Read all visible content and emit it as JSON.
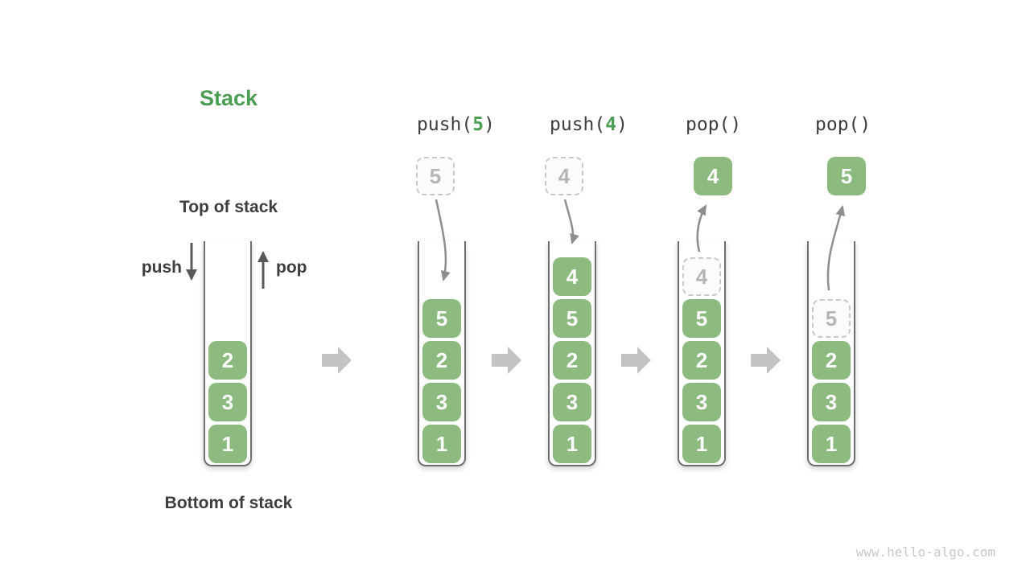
{
  "labels": {
    "title": "Stack",
    "top_of_stack": "Top of stack",
    "bottom_of_stack": "Bottom of stack",
    "push": "push",
    "pop": "pop",
    "watermark": "www.hello-algo.com"
  },
  "colors": {
    "item_green": "#8cba7f",
    "accent_green": "#4a9d52",
    "text_dark": "#3d3d3d",
    "wall_gray": "#6e6e6e",
    "curved_arrow_gray": "#8e8e8e",
    "straight_arrow_gray": "#5a5a5a",
    "transition_arrow_gray": "#c3c3c3",
    "ghost_border_gray": "#c9c9c9",
    "ghost_text_gray": "#b5b5b5",
    "watermark_gray": "#c9c9c9"
  },
  "diagram": {
    "columns": [
      {
        "name": "initial",
        "operation": null,
        "floating": null,
        "cells_bottom_to_top": [
          {
            "value": "1",
            "state": "normal"
          },
          {
            "value": "3",
            "state": "normal"
          },
          {
            "value": "2",
            "state": "normal"
          }
        ]
      },
      {
        "name": "push-5",
        "operation": {
          "prefix": "push(",
          "arg": "5",
          "suffix": ")"
        },
        "floating": {
          "value": "5",
          "state": "ghost"
        },
        "cells_bottom_to_top": [
          {
            "value": "1",
            "state": "normal"
          },
          {
            "value": "3",
            "state": "normal"
          },
          {
            "value": "2",
            "state": "normal"
          },
          {
            "value": "5",
            "state": "normal"
          }
        ]
      },
      {
        "name": "push-4",
        "operation": {
          "prefix": "push(",
          "arg": "4",
          "suffix": ")"
        },
        "floating": {
          "value": "4",
          "state": "ghost"
        },
        "cells_bottom_to_top": [
          {
            "value": "1",
            "state": "normal"
          },
          {
            "value": "3",
            "state": "normal"
          },
          {
            "value": "2",
            "state": "normal"
          },
          {
            "value": "5",
            "state": "normal"
          },
          {
            "value": "4",
            "state": "normal"
          }
        ]
      },
      {
        "name": "pop-4",
        "operation": {
          "prefix": "pop()",
          "arg": "",
          "suffix": ""
        },
        "floating": {
          "value": "4",
          "state": "solid"
        },
        "cells_bottom_to_top": [
          {
            "value": "1",
            "state": "normal"
          },
          {
            "value": "3",
            "state": "normal"
          },
          {
            "value": "2",
            "state": "normal"
          },
          {
            "value": "5",
            "state": "normal"
          },
          {
            "value": "4",
            "state": "ghost"
          }
        ]
      },
      {
        "name": "pop-5",
        "operation": {
          "prefix": "pop()",
          "arg": "",
          "suffix": ""
        },
        "floating": {
          "value": "5",
          "state": "solid"
        },
        "cells_bottom_to_top": [
          {
            "value": "1",
            "state": "normal"
          },
          {
            "value": "3",
            "state": "normal"
          },
          {
            "value": "2",
            "state": "normal"
          },
          {
            "value": "5",
            "state": "ghost"
          }
        ]
      }
    ]
  }
}
